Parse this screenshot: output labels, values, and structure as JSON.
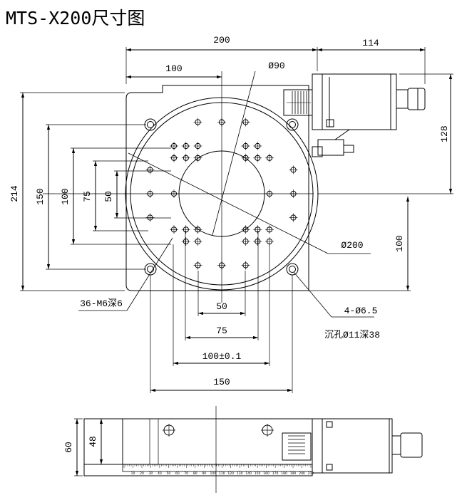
{
  "title": "MTS-X200尺寸图",
  "dimensions": {
    "top_width": "200",
    "motor_length": "114",
    "half_width": "100",
    "inner_bore_dia": "Ø90",
    "height_total": "214",
    "pitch_150": "150",
    "pitch_100": "100",
    "pitch_75": "75",
    "pitch_50": "50",
    "motor_height": "128",
    "table_dia": "Ø200",
    "right_100": "100",
    "bottom_50": "50",
    "bottom_75": "75",
    "bottom_100": "100±0.1",
    "bottom_150": "150",
    "side_60": "60",
    "side_48": "48"
  },
  "callouts": {
    "tapped_holes": "36-M6深6",
    "mount_holes": "4-Ø6.5",
    "counterbore": "沉孔Ø11深38"
  },
  "scale_labels": [
    "10",
    "20",
    "30",
    "40",
    "50",
    "60",
    "70",
    "80",
    "90",
    "100",
    "110",
    "120",
    "130",
    "140",
    "150",
    "160",
    "170",
    "180",
    "190",
    "200",
    "210"
  ]
}
